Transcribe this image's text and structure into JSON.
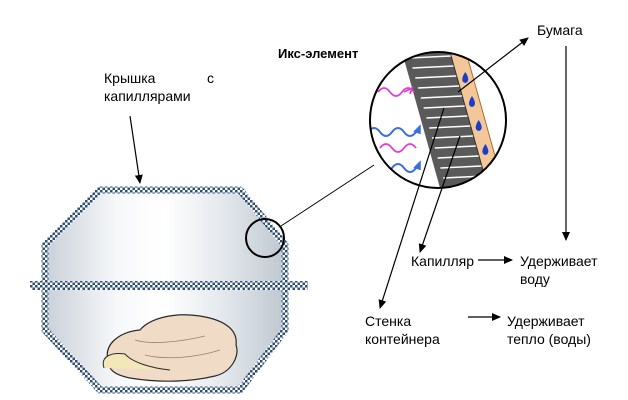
{
  "labels": {
    "lid_word1": "Крышка",
    "lid_word2": "с",
    "lid_line2": "капиллярами",
    "x_element": "Икс-элемент",
    "paper": "Бумага",
    "capillary": "Капилляр",
    "holds_water_line1": "Удерживает",
    "holds_water_line2": "воду",
    "wall_line1": "Стенка",
    "wall_line2": "контейнера",
    "holds_heat_line1": "Удерживает",
    "holds_heat_line2": "тепло (воды)"
  },
  "colors": {
    "container_edge": "#2f4f79",
    "glass": "#eef1f4",
    "wall_dark": "#5a5a5a",
    "paper_fill": "#f4c79a",
    "water_drop": "#1a3fc4",
    "wave_blue": "#3b6fe0",
    "wave_magenta": "#e23bd6",
    "food": "#f0dcc6"
  }
}
